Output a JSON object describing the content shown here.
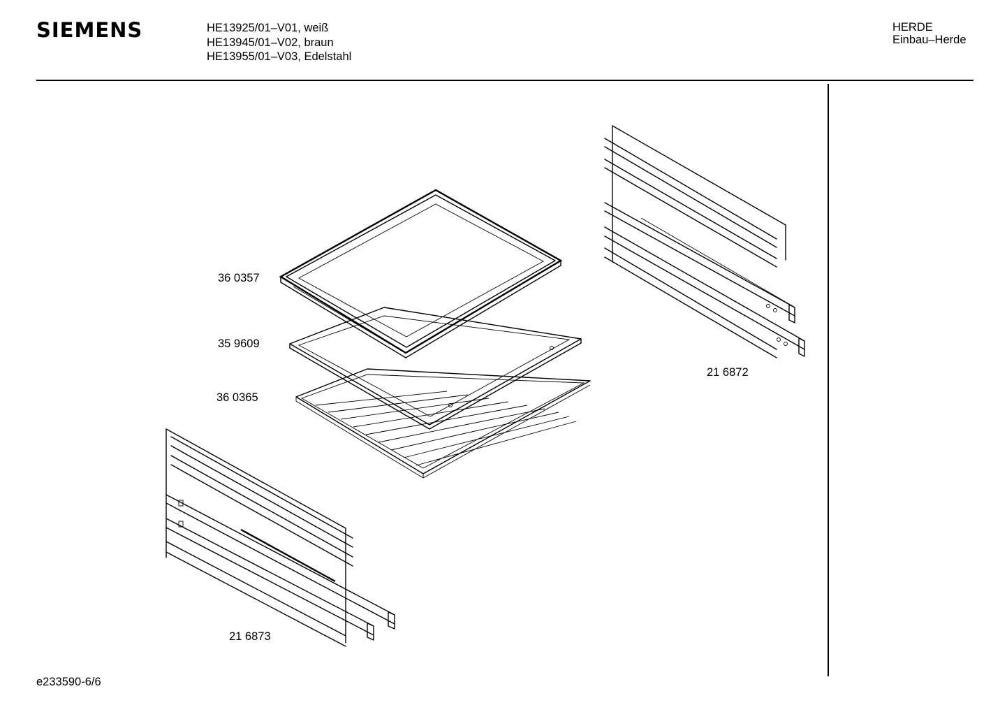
{
  "header": {
    "brand": "SIEMENS",
    "models": [
      "HE13925/01–V01, weiß",
      "HE13945/01–V02, braun",
      "HE13955/01–V03, Edelstahl"
    ],
    "category": "HERDE",
    "subcategory": "Einbau–Herde"
  },
  "parts": {
    "baking_tray": "36 0357",
    "frame": "35 9609",
    "grid_rack": "36 0365",
    "rail_right": "21 6872",
    "rail_left": "21 6873"
  },
  "footer": {
    "drawing_id": "e233590-6/6"
  }
}
